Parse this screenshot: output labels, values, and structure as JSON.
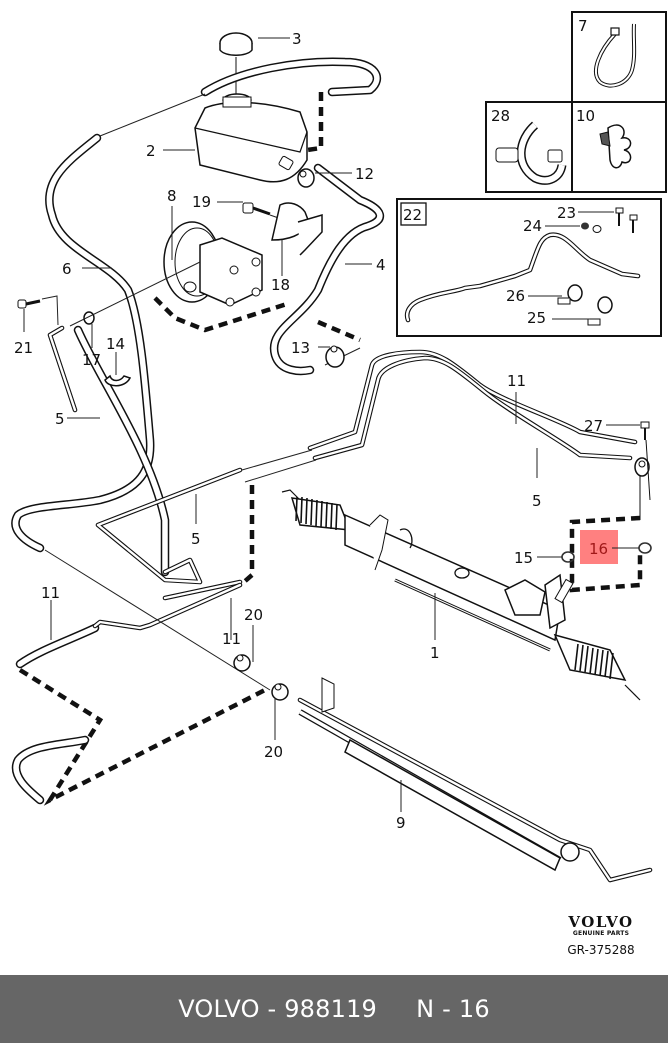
{
  "diagram": {
    "title": "Power steering system parts diagram",
    "highlighted_part": "16",
    "highlight_color": "#ff8080",
    "callouts": {
      "p1": "1",
      "p2": "2",
      "p3": "3",
      "p4": "4",
      "p5a": "5",
      "p5b": "5",
      "p5c": "5",
      "p6": "6",
      "p7": "7",
      "p8": "8",
      "p9": "9",
      "p10": "10",
      "p11a": "11",
      "p11b": "11",
      "p11c": "11",
      "p12": "12",
      "p13": "13",
      "p14": "14",
      "p15": "15",
      "p16": "16",
      "p17": "17",
      "p18": "18",
      "p19": "19",
      "p20a": "20",
      "p20b": "20",
      "p21": "21",
      "p22": "22",
      "p23": "23",
      "p24": "24",
      "p25": "25",
      "p26": "26",
      "p27": "27",
      "p28": "28"
    },
    "parts": [
      {
        "ref": "1",
        "name": "steering-gear"
      },
      {
        "ref": "2",
        "name": "fluid-reservoir"
      },
      {
        "ref": "3",
        "name": "reservoir-cap"
      },
      {
        "ref": "4",
        "name": "suction-hose"
      },
      {
        "ref": "5",
        "name": "pressure-line"
      },
      {
        "ref": "6",
        "name": "return-hose"
      },
      {
        "ref": "7",
        "name": "cable-tie"
      },
      {
        "ref": "8",
        "name": "power-steering-pump"
      },
      {
        "ref": "9",
        "name": "cooler-pipe"
      },
      {
        "ref": "10",
        "name": "pipe-clip"
      },
      {
        "ref": "11",
        "name": "return-line"
      },
      {
        "ref": "12",
        "name": "hose-clamp"
      },
      {
        "ref": "13",
        "name": "hose-clamp"
      },
      {
        "ref": "14",
        "name": "clip"
      },
      {
        "ref": "15",
        "name": "o-ring"
      },
      {
        "ref": "16",
        "name": "o-ring"
      },
      {
        "ref": "17",
        "name": "o-ring"
      },
      {
        "ref": "18",
        "name": "bracket"
      },
      {
        "ref": "19",
        "name": "bolt"
      },
      {
        "ref": "20",
        "name": "hose-clamp"
      },
      {
        "ref": "21",
        "name": "bolt"
      },
      {
        "ref": "22",
        "name": "pipe-kit"
      },
      {
        "ref": "23",
        "name": "bolt"
      },
      {
        "ref": "24",
        "name": "nut"
      },
      {
        "ref": "25",
        "name": "clamp"
      },
      {
        "ref": "26",
        "name": "clamp"
      },
      {
        "ref": "27",
        "name": "bolt"
      },
      {
        "ref": "28",
        "name": "holder"
      }
    ]
  },
  "brand": {
    "logo": "VOLVO",
    "subtitle": "GENUINE PARTS",
    "drawing_code": "GR-375288"
  },
  "footer": {
    "text": "VOLVO - 988119     N - 16"
  }
}
